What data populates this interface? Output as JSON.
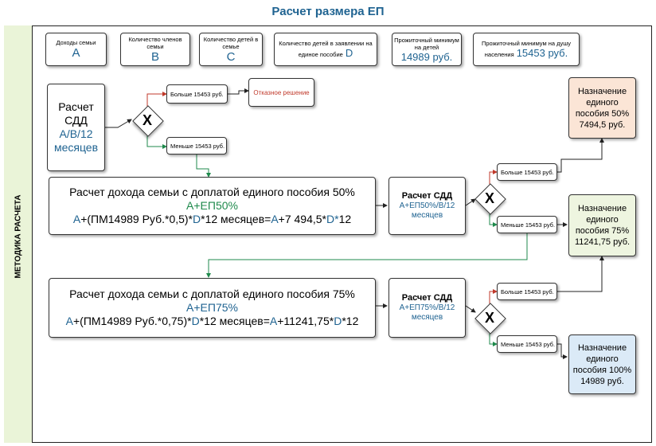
{
  "title": "Расчет размера ЕП",
  "sidebar_label": "МЕТОДИКА РАСЧЕТА",
  "inputs": {
    "income": {
      "label": "Доходы семьи",
      "var": "A"
    },
    "members": {
      "label": "Количество членов семьи",
      "var": "B"
    },
    "children": {
      "label": "Количество детей в семье",
      "var": "C"
    },
    "children_app_l1": {
      "label": "Количество детей в заявлении на"
    },
    "children_app_l2": {
      "label": "единое пособие",
      "var": "D"
    },
    "pm_children": {
      "label": "Прожиточный минимум на детей",
      "value": "14989 руб."
    },
    "pm_capita_l1": {
      "label": "Прожиточный минимум на душу"
    },
    "pm_capita_l2": {
      "label": "населения",
      "value": "15453 руб."
    }
  },
  "sdd": {
    "title_l1": "Расчет",
    "title_l2": "СДД",
    "formula": "А/В/12",
    "months": "месяцев"
  },
  "decision_mark": "X",
  "cond": {
    "more": "Больше 15453 руб.",
    "less": "Меньше 15453 руб."
  },
  "refusal": "Отказное решение",
  "calc50": {
    "heading": "Расчет дохода семьи с доплатой единого пособия 50%",
    "sub": "А+ЕП50%",
    "f_a1": "А",
    "f_1": "+(ПМ14989 Руб.*0,5)*",
    "f_d1": "D",
    "f_2": "*12 месяцев=",
    "f_a2": "А",
    "f_3": "+7 494,5*",
    "f_d2": "D*",
    "f_4": "12"
  },
  "calc75": {
    "heading": "Расчет дохода семьи с доплатой единого пособия 75%",
    "sub": "А+ЕП75%",
    "f_a1": "А",
    "f_1": "+(ПМ14989 Руб.*0,75)*",
    "f_d1": "D",
    "f_2": "*12 месяцев=",
    "f_a2": "А",
    "f_3": "+11241,75*",
    "f_d2": "D",
    "f_4": "*12"
  },
  "sdd50": {
    "title": "Расчет СДД",
    "formula": "А+ЕП50%/В/12",
    "months": "месяцев"
  },
  "sdd75": {
    "title": "Расчет СДД",
    "formula": "А+ЕП75%/В/12",
    "months": "месяцев"
  },
  "result50": {
    "l1": "Назначение",
    "l2": "единого",
    "l3": "пособия 50%",
    "l4": "7494,5 руб.",
    "bg": "#fbe5d6"
  },
  "result75": {
    "l1": "Назначение",
    "l2": "единого",
    "l3": "пособия 75%",
    "l4": "11241,75 руб.",
    "bg": "#eef5e0"
  },
  "result100": {
    "l1": "Назначение",
    "l2": "единого",
    "l3": "пособия 100%",
    "l4": "14989 руб.",
    "bg": "#dbeaf7"
  }
}
